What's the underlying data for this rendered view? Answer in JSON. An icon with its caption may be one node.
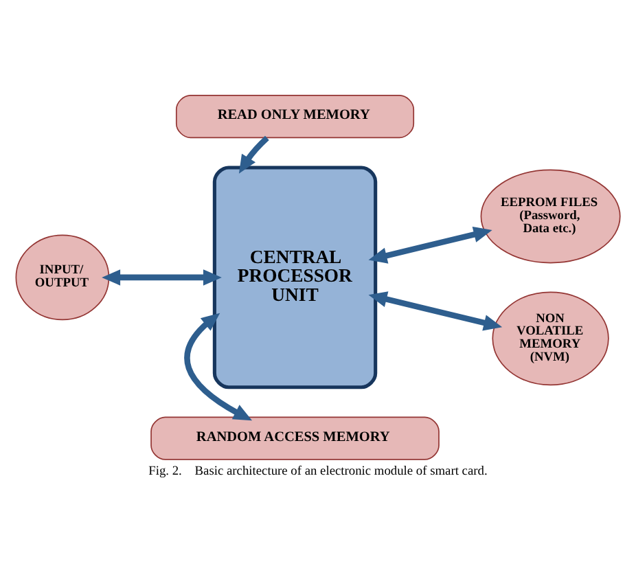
{
  "diagram": {
    "caption": "Fig. 2.    Basic architecture of an electronic module of smart card.",
    "nodes": [
      {
        "text": [
          "READ ONLY MEMORY"
        ]
      },
      {
        "text": [
          "CENTRAL PROCESSOR UNIT"
        ]
      },
      {
        "text": [
          "EEPROM FILES (Password, Data etc.)"
        ]
      },
      {
        "text": [
          "INPUT/ OUTPUT"
        ]
      },
      {
        "text": [
          "NON VOLATILE MEMORY (NVM)"
        ]
      },
      {
        "text": [
          "RANDOM ACCESS MEMORY"
        ]
      }
    ],
    "edges": [
      {
        "from": 0,
        "to": 1,
        "arrow": "to"
      },
      {
        "from": 1,
        "to": 2,
        "arrow": "both"
      },
      {
        "from": 3,
        "to": 1,
        "arrow": "both"
      },
      {
        "from": 1,
        "to": 4,
        "arrow": "both"
      },
      {
        "from": 1,
        "to": 5,
        "arrow": "both"
      }
    ]
  }
}
